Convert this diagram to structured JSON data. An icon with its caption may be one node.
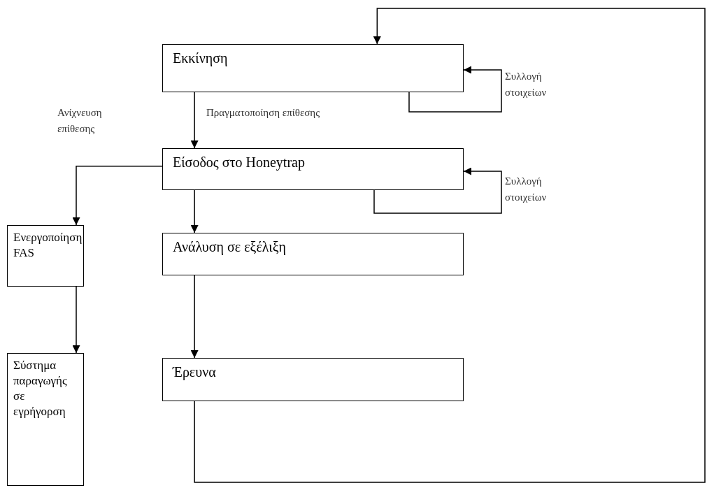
{
  "diagram": {
    "nodes": [
      {
        "text": [
          "Εκκίνηση"
        ]
      },
      {
        "text": [
          "Είσοδος στο Honeytrap"
        ]
      },
      {
        "text": [
          "Ενεργοποίηση FAS"
        ]
      },
      {
        "text": [
          "Ανάλυση σε εξέλιξη"
        ]
      },
      {
        "text": [
          "Έρευνα"
        ]
      },
      {
        "text": [
          "Σύστημα παραγωγής σε εγρήγορση"
        ]
      }
    ],
    "edges": [
      {
        "from": 0,
        "to": 0,
        "arrow": "to",
        "label": "Συλλογή στοιχείων"
      },
      {
        "from": 0,
        "to": 1,
        "arrow": "to",
        "label": "Πραγματοποίηση επίθεσης"
      },
      {
        "from": 1,
        "to": 1,
        "arrow": "to",
        "label": "Συλλογή στοιχείων"
      },
      {
        "from": 1,
        "to": 2,
        "arrow": "to",
        "label": "Ανίχνευση επίθεσης"
      },
      {
        "from": 1,
        "to": 3,
        "arrow": "to"
      },
      {
        "from": 3,
        "to": 4,
        "arrow": "to"
      },
      {
        "from": 2,
        "to": 5,
        "arrow": "to"
      },
      {
        "from": 4,
        "to": 0,
        "arrow": "to"
      }
    ]
  }
}
